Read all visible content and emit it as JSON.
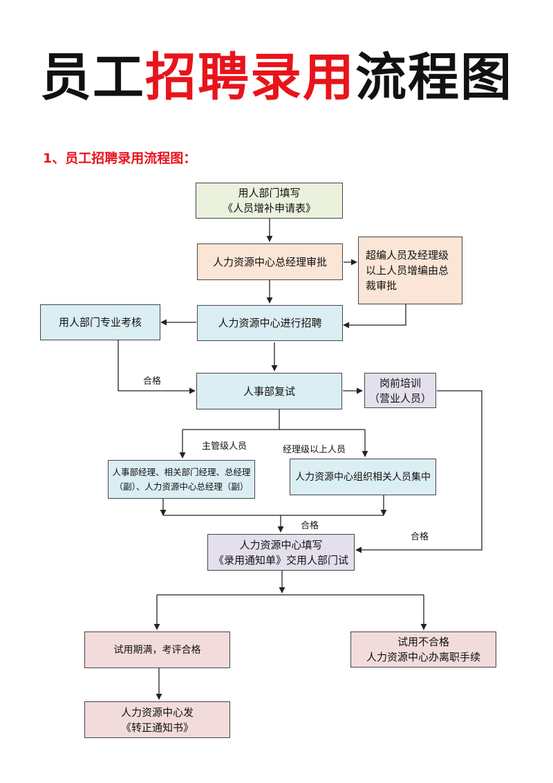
{
  "title": {
    "part1": "员工",
    "part2": "招聘录用",
    "part3": "流程图"
  },
  "subtitle": "1、员工招聘录用流程图：",
  "nodes": {
    "fill_request": {
      "line1": "用人部门填写",
      "line2": "《人员增补申请表》",
      "color": "#eaf1dd"
    },
    "hr_director_approval": {
      "line1": "人力资源中心总经理审批",
      "color": "#fbe5d6"
    },
    "president_approval": {
      "line1": "超编人员及经理级",
      "line2": "以上人员增编由总",
      "line3": "裁审批",
      "color": "#fbe5d6"
    },
    "dept_assessment": {
      "line1": "用人部门专业考核",
      "color": "#daeef3"
    },
    "hr_recruit": {
      "line1": "人力资源中心进行招聘",
      "color": "#daeef3"
    },
    "hr_reinterview": {
      "line1": "人事部复试",
      "color": "#daeef3"
    },
    "pre_job_training": {
      "line1": "岗前培训",
      "line2": "（营业人员）",
      "color": "#e4dfec"
    },
    "manager_interview": {
      "line1": "人事部经理、相关部门经理、总经理",
      "line2": "（副）、人力资源中心总经理（副）",
      "color": "#daeef3"
    },
    "hr_group_interview": {
      "line1": "人力资源中心组织相关人员集中",
      "color": "#daeef3"
    },
    "offer_notice": {
      "line1": "人力资源中心填写",
      "line2": "《录用通知单》交用人部门试",
      "color": "#e4dfec"
    },
    "probation_pass": {
      "line1": "试用期满，考评合格",
      "color": "#f2dcdb"
    },
    "probation_fail": {
      "line1": "试用不合格",
      "line2": "人力资源中心办离职手续",
      "color": "#f2dcdb"
    },
    "regularization": {
      "line1": "人力资源中心发",
      "line2": "《转正通知书》",
      "color": "#f2dcdb"
    }
  },
  "labels": {
    "pass_1": "合格",
    "supervisor_level": "主管级人员",
    "manager_above": "经理级以上人员",
    "pass_2": "合格",
    "pass_3": "合格"
  }
}
